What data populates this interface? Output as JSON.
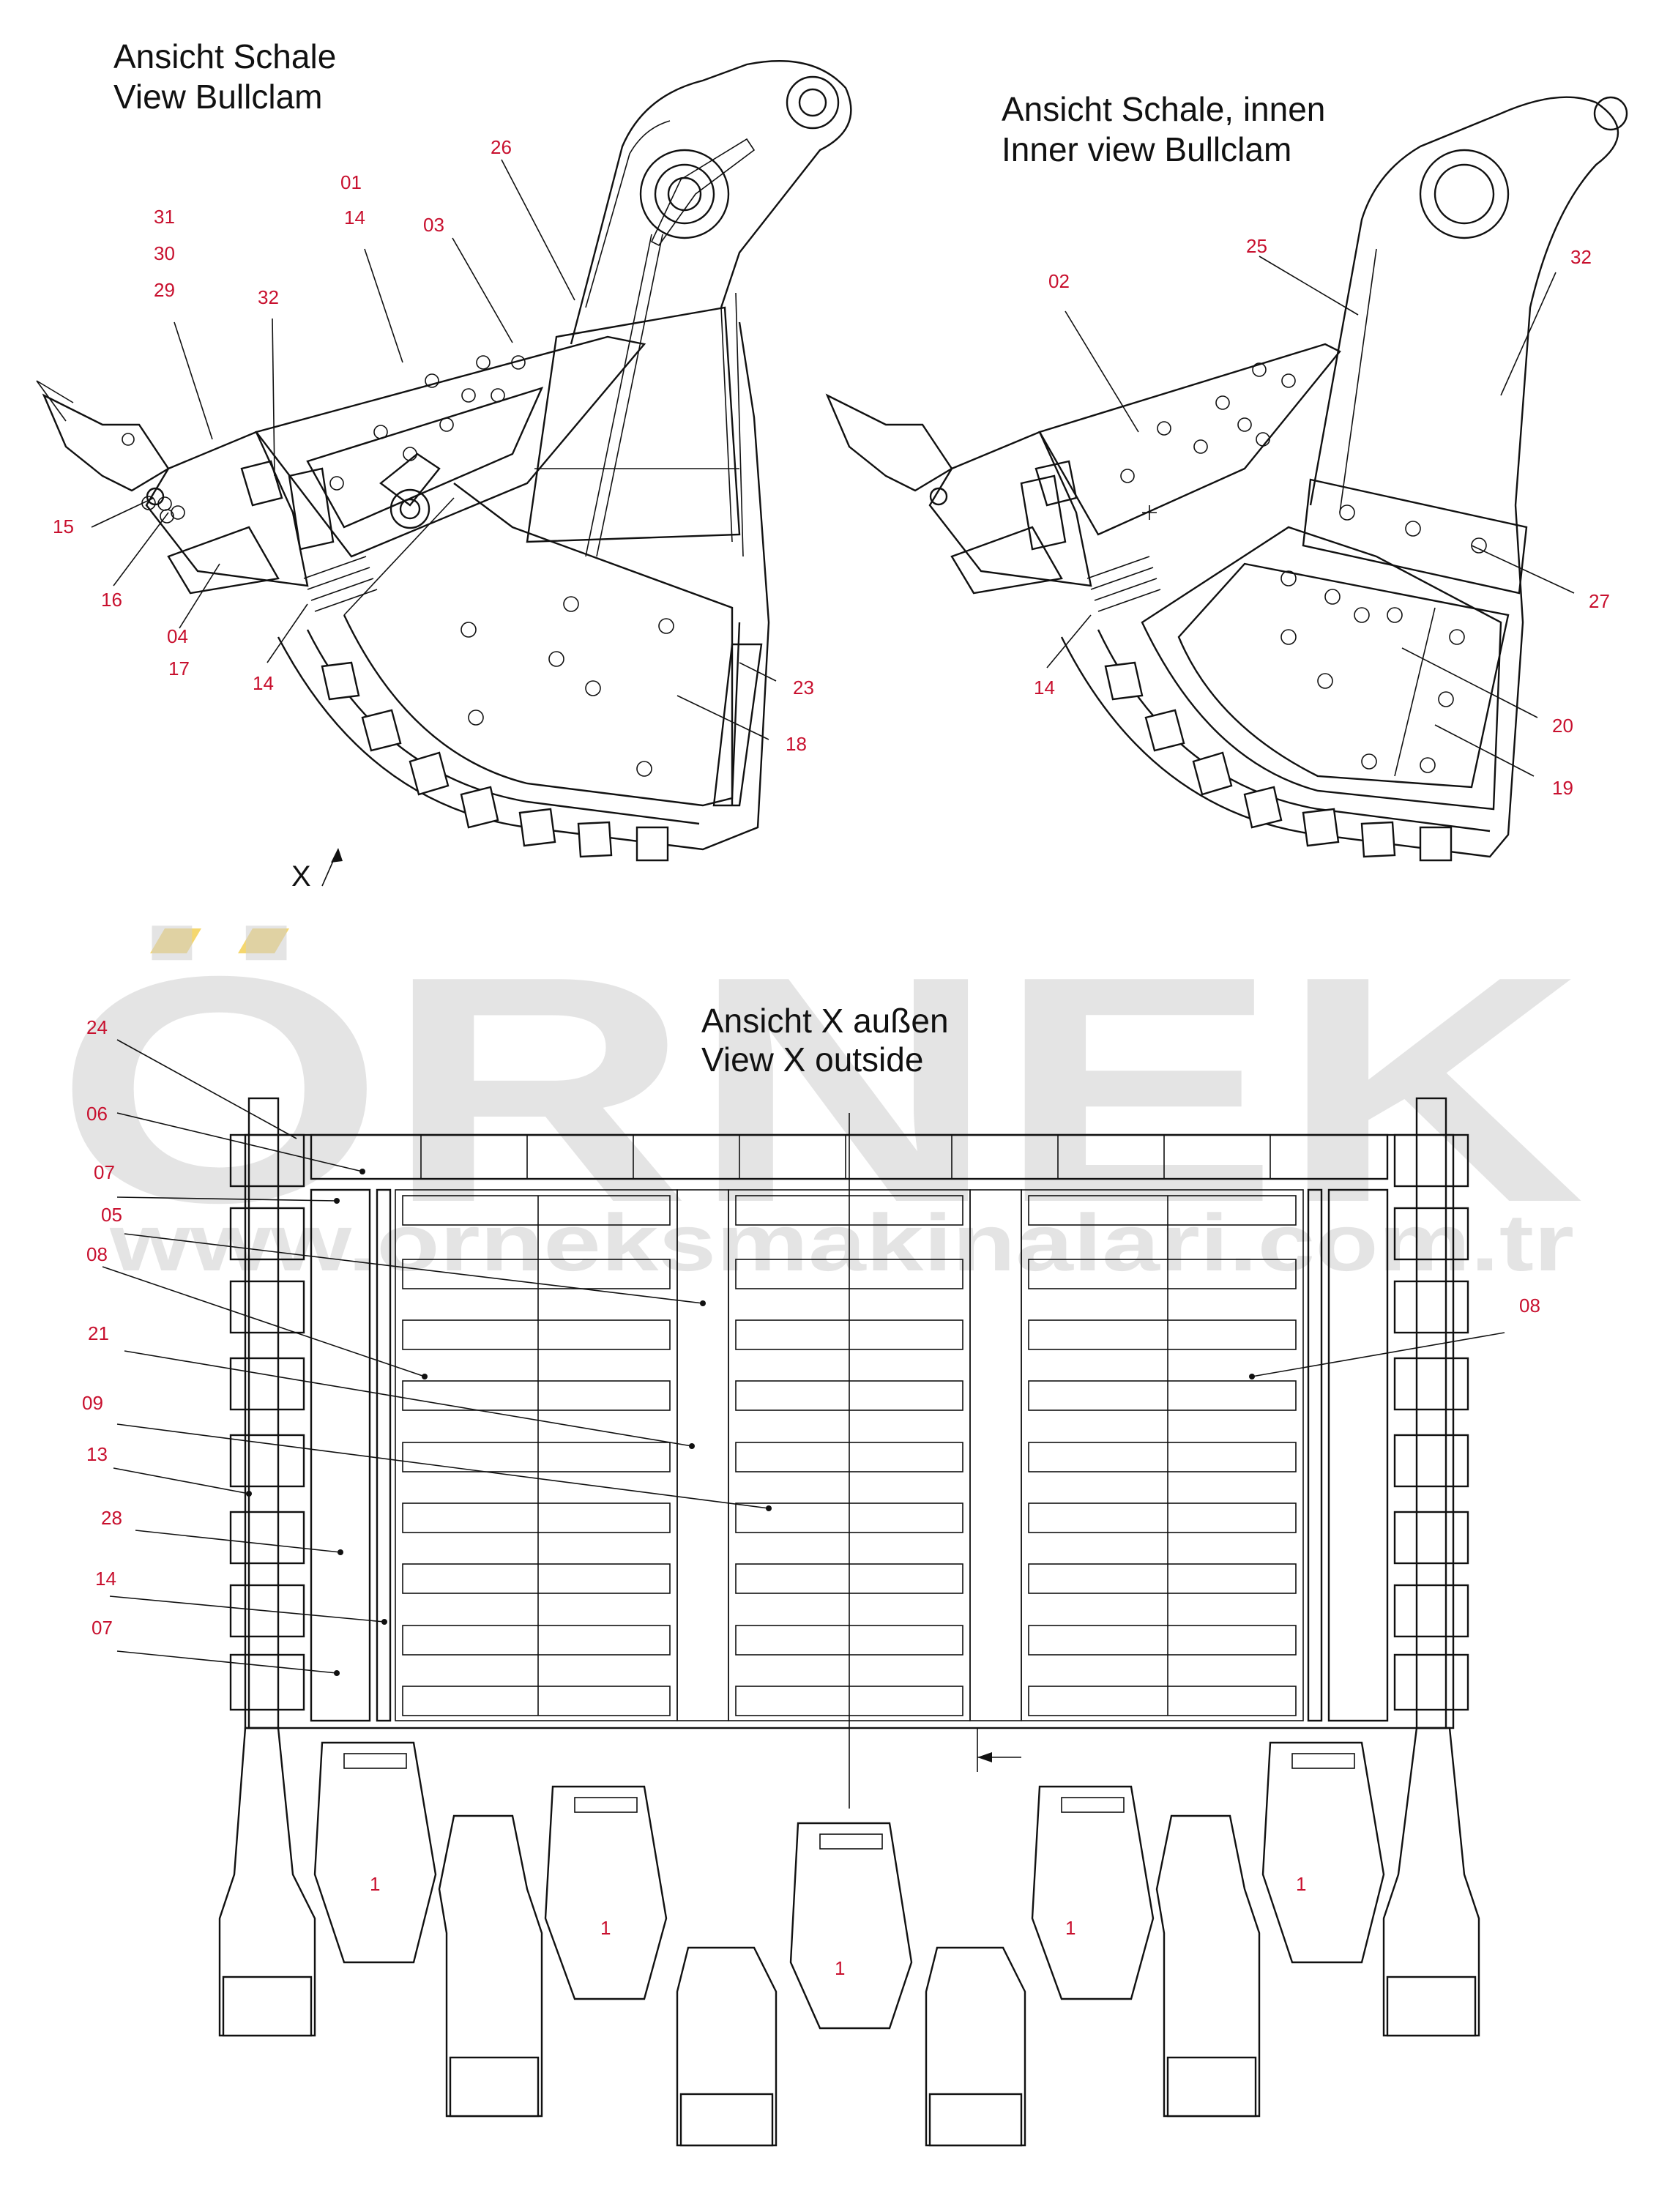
{
  "views": {
    "top_left": {
      "line1": "Ansicht Schale",
      "line2": "View Bullclam"
    },
    "top_right": {
      "line1": "Ansicht Schale, innen",
      "line2": "Inner view Bullclam"
    },
    "bottom": {
      "line1": "Ansicht X außen",
      "line2": "View X outside"
    },
    "x_marker": "X"
  },
  "watermark": {
    "word": "ÖRNEK",
    "url": "www.orneksmakinalari.com.tr",
    "accent_color": "#f5d76e",
    "gray": "#cfcfcf"
  },
  "callout_color": "#c8102e",
  "callouts_left": [
    "31",
    "30",
    "29",
    "32",
    "01",
    "14",
    "03",
    "26",
    "15",
    "16",
    "04",
    "17",
    "14",
    "23",
    "18"
  ],
  "callouts_right": [
    "02",
    "25",
    "32",
    "27",
    "14",
    "20",
    "19"
  ],
  "callouts_bottom_left": [
    "24",
    "06",
    "07",
    "05",
    "08",
    "21",
    "09",
    "13",
    "28",
    "14",
    "07"
  ],
  "callouts_bottom_right": [
    "08"
  ],
  "tooth_label": "1"
}
